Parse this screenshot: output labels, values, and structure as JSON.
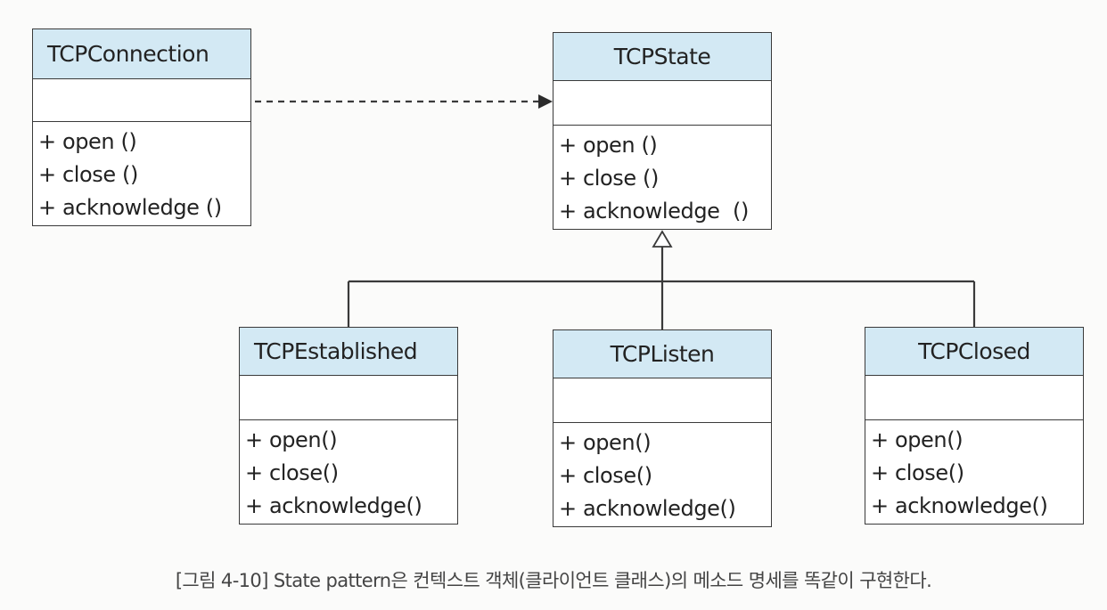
{
  "classes": {
    "connection": {
      "name": "TCPConnection",
      "ops": [
        "+ open ()",
        "+ close ()",
        "+ acknowledge ()"
      ]
    },
    "state": {
      "name": "TCPState",
      "ops": [
        "+ open ()",
        "+ close ()",
        "+ acknowledge  ()"
      ]
    },
    "established": {
      "name": "TCPEstablished",
      "ops": [
        "+ open()",
        "+ close()",
        "+ acknowledge()"
      ]
    },
    "listen": {
      "name": "TCPListen",
      "ops": [
        "+ open()",
        "+ close()",
        "+ acknowledge()"
      ]
    },
    "closed": {
      "name": "TCPClosed",
      "ops": [
        "+ open()",
        "+ close()",
        "+ acknowledge()"
      ]
    }
  },
  "caption": "[그림 4-10] State pattern은 컨텍스트 객체(클라이언트 클래스)의 메소드 명세를 똑같이 구현한다.",
  "colors": {
    "header_fill": "#d3e9f4",
    "line": "#3a3a3a"
  }
}
